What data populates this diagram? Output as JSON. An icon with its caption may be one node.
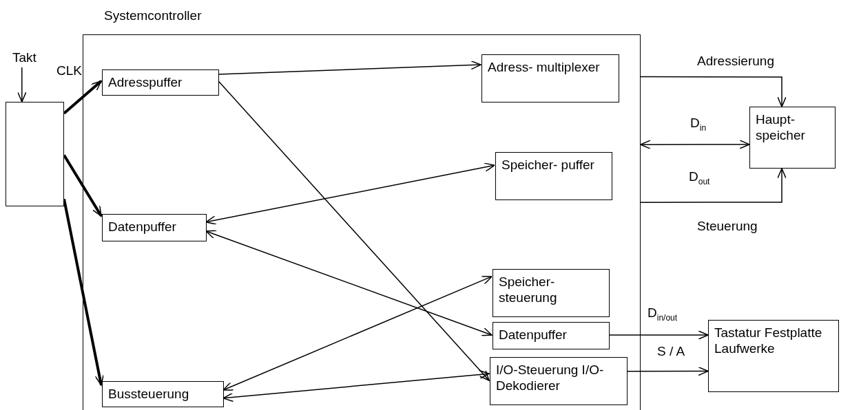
{
  "diagram": {
    "nodes": [
      {
        "text": [
          "Systemcontroller"
        ]
      },
      {
        "text": [
          "Adresspuffer"
        ],
        "in": 0
      },
      {
        "text": [
          "Adress- multiplexer"
        ],
        "in": 0
      },
      {
        "text": [
          "Speicher- puffer"
        ],
        "in": 0
      },
      {
        "text": [
          "Datenpuffer"
        ],
        "in": 0
      },
      {
        "text": [
          "Speicher- steuerung"
        ],
        "in": 0
      },
      {
        "text": [
          "Datenpuffer"
        ],
        "in": 0
      },
      {
        "text": [
          "Bussteuerung"
        ],
        "in": 0
      },
      {
        "text": [
          "I/O-Steuerung I/O-Dekodierer"
        ],
        "in": 0
      },
      {
        "text": [],
        "shape": "box"
      },
      {
        "text": [
          "Haupt- speicher"
        ]
      },
      {
        "text": [
          "Tastatur Festplatte Laufwerke"
        ]
      },
      {
        "text": [
          "Takt"
        ]
      }
    ],
    "edges": [
      {
        "from": 12,
        "to": 9,
        "arrow": "to"
      },
      {
        "from": 9,
        "to": 1,
        "arrow": "to",
        "style": "thick"
      },
      {
        "from": 9,
        "to": 4,
        "arrow": "to",
        "style": "thick"
      },
      {
        "from": 9,
        "to": 7,
        "arrow": "to",
        "style": "thick"
      },
      {
        "from": 1,
        "to": 2,
        "arrow": "to"
      },
      {
        "from": 1,
        "to": 8,
        "arrow": "to"
      },
      {
        "from": 3,
        "to": 4,
        "arrow": "both"
      },
      {
        "from": 4,
        "to": 6,
        "arrow": "both"
      },
      {
        "from": 5,
        "to": 7,
        "arrow": "both"
      },
      {
        "from": 7,
        "to": 8,
        "arrow": "both"
      },
      {
        "from": 0,
        "to": 10,
        "arrow": "to",
        "label": "Adressierung"
      },
      {
        "from": 0,
        "to": 10,
        "arrow": "both",
        "label": "D$_{in}$"
      },
      {
        "from": 0,
        "to": 10,
        "arrow": "to",
        "label": "Steuerung"
      },
      {
        "from": 6,
        "to": 11,
        "arrow": "to",
        "label": "D$_{in/out}$"
      },
      {
        "from": 8,
        "to": 11,
        "arrow": "to",
        "label": "S / A"
      }
    ],
    "labels": [
      "CLK",
      "D$_{out}$"
    ]
  }
}
